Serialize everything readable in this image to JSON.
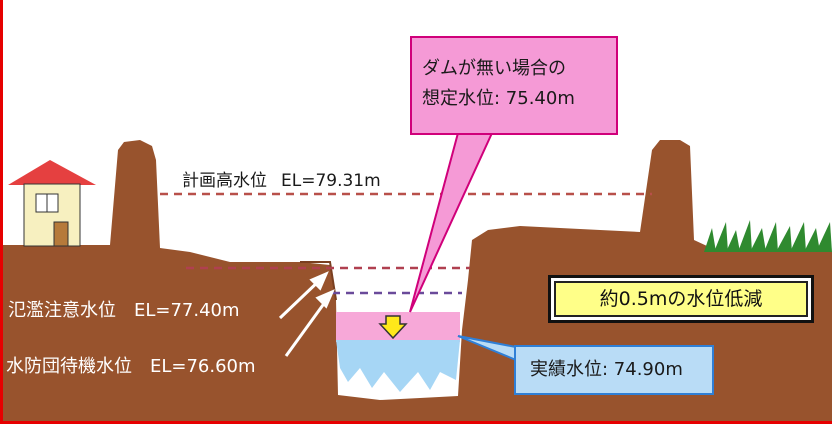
{
  "labels": {
    "plan_high_water": {
      "name": "計画高水位",
      "el": "EL=79.31m"
    },
    "flood_caution": {
      "name": "氾濫注意水位",
      "el": "EL=77.40m"
    },
    "flood_standby": {
      "name": "水防団待機水位",
      "el": "EL=76.60m"
    }
  },
  "callouts": {
    "no_dam_line1": "ダムが無い場合の",
    "no_dam_line2": "想定水位: 75.40m",
    "actual": "実績水位: 74.90m",
    "reduction": "約0.5mの水位低減"
  },
  "colors": {
    "ground": "#98532d",
    "ground_dark": "#7a3f20",
    "plan_line": "#b8504a",
    "caution_line": "#b04050",
    "standby_line": "#6a4a9a",
    "actual_water": "#a6d6f5",
    "no_dam_water": "#f7a8d8",
    "callout_pink": "#f59ad6",
    "callout_blue": "#b9dcf6",
    "callout_yellow": "#ffff88",
    "frame_red": "#e60000",
    "grass": "#2f8a2f"
  },
  "icons": [
    "house-icon",
    "grass-icon",
    "down-arrow-icon",
    "pointer-arrow-icon"
  ]
}
